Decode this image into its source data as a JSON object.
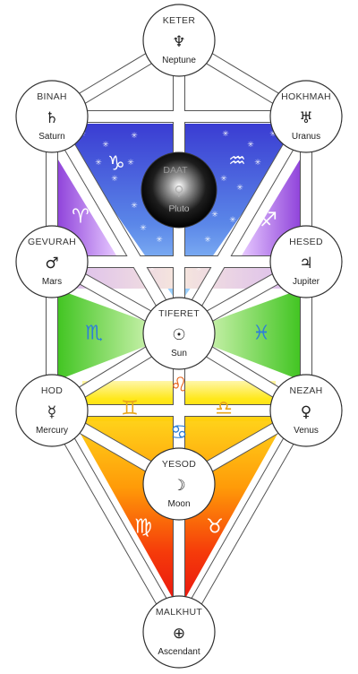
{
  "sephirot": [
    {
      "id": "keter",
      "name": "KETER",
      "glyph": "♆",
      "planet": "Neptune"
    },
    {
      "id": "binah",
      "name": "BINAH",
      "glyph": "♄",
      "planet": "Saturn"
    },
    {
      "id": "hokhmah",
      "name": "HOKHMAH",
      "glyph": "♅",
      "planet": "Uranus"
    },
    {
      "id": "gevurah",
      "name": "GEVURAH",
      "glyph": "♂",
      "planet": "Mars"
    },
    {
      "id": "hesed",
      "name": "HESED",
      "glyph": "♃",
      "planet": "Jupiter"
    },
    {
      "id": "tiferet",
      "name": "TIFERET",
      "glyph": "☉",
      "planet": "Sun"
    },
    {
      "id": "hod",
      "name": "HOD",
      "glyph": "☿",
      "planet": "Mercury"
    },
    {
      "id": "nezah",
      "name": "NEZAH",
      "glyph": "♀",
      "planet": "Venus"
    },
    {
      "id": "yesod",
      "name": "YESOD",
      "glyph": "☽",
      "planet": "Moon"
    },
    {
      "id": "malkhut",
      "name": "MALKHUT",
      "glyph": "⊕",
      "planet": "Ascendant"
    }
  ],
  "daat": {
    "name": "DAAT",
    "glyph": "♀",
    "planet": "Pluto"
  },
  "zodiac": [
    {
      "id": "capricorn",
      "glyph": "♑",
      "color": "#ffffff"
    },
    {
      "id": "aquarius",
      "glyph": "♒",
      "color": "#ffffff"
    },
    {
      "id": "aries",
      "glyph": "♈",
      "color": "#ffffff"
    },
    {
      "id": "sagittarius",
      "glyph": "♐",
      "color": "#ffffff"
    },
    {
      "id": "scorpio",
      "glyph": "♏",
      "color": "#2e7fd8"
    },
    {
      "id": "pisces",
      "glyph": "♓",
      "color": "#2e7fd8"
    },
    {
      "id": "leo",
      "glyph": "♌",
      "color": "#e8641a"
    },
    {
      "id": "gemini",
      "glyph": "♊",
      "color": "#e8a51a"
    },
    {
      "id": "libra",
      "glyph": "♎",
      "color": "#e8a51a"
    },
    {
      "id": "cancer",
      "glyph": "♋",
      "color": "#2e7fd8"
    },
    {
      "id": "virgo",
      "glyph": "♍",
      "color": "#ffffff"
    },
    {
      "id": "taurus",
      "glyph": "♉",
      "color": "#ffffff"
    }
  ],
  "colors": {
    "supernal": "#3a3fd0",
    "supernal_light": "#8fc8ff",
    "violet": "#8a3bd8",
    "green": "#3fc41f",
    "yellow": "#ffe81a",
    "orange": "#ff8a00",
    "red": "#e81010",
    "path_stroke": "#555555"
  }
}
